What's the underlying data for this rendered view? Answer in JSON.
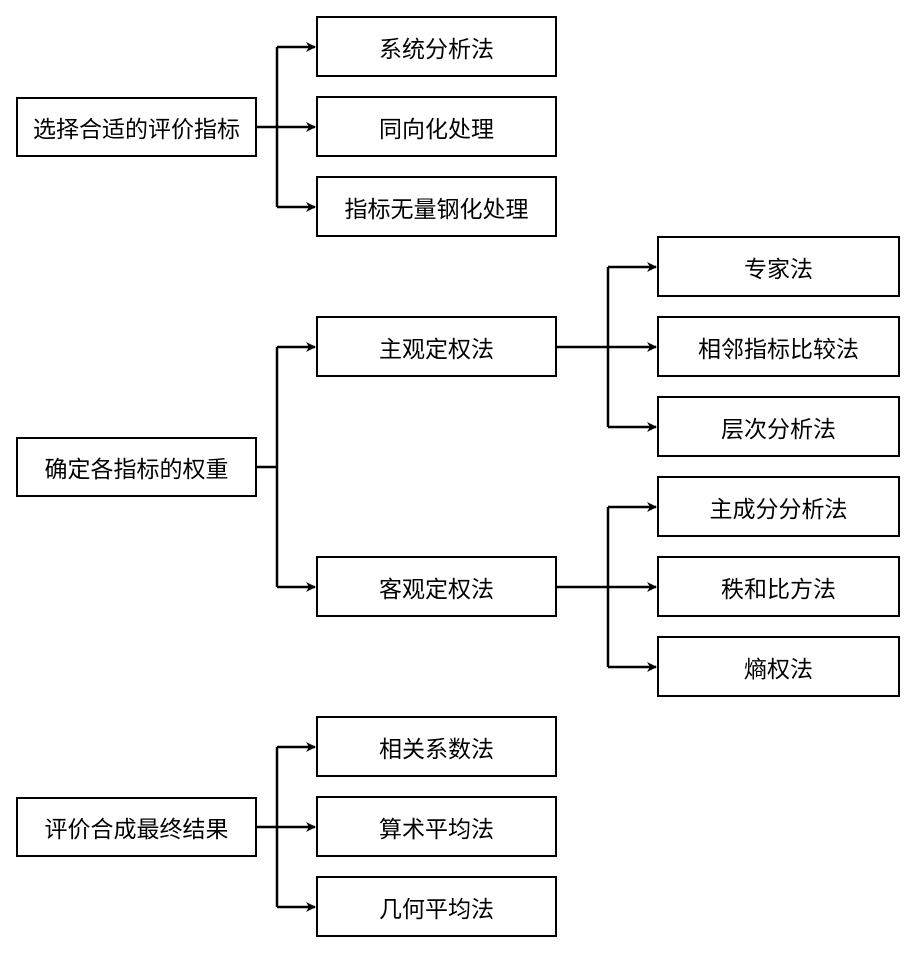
{
  "diagram": {
    "groups": [
      {
        "label": "选择合适的评价指标",
        "children": [
          "系统分析法",
          "同向化处理",
          "指标无量钢化处理"
        ]
      },
      {
        "label": "确定各指标的权重",
        "children": [
          {
            "label": "主观定权法",
            "children": [
              "专家法",
              "相邻指标比较法",
              "层次分析法"
            ]
          },
          {
            "label": "客观定权法",
            "children": [
              "主成分分析法",
              "秩和比方法",
              "熵权法"
            ]
          }
        ]
      },
      {
        "label": "评价合成最终结果",
        "children": [
          "相关系数法",
          "算术平均法",
          "几何平均法"
        ]
      }
    ]
  }
}
